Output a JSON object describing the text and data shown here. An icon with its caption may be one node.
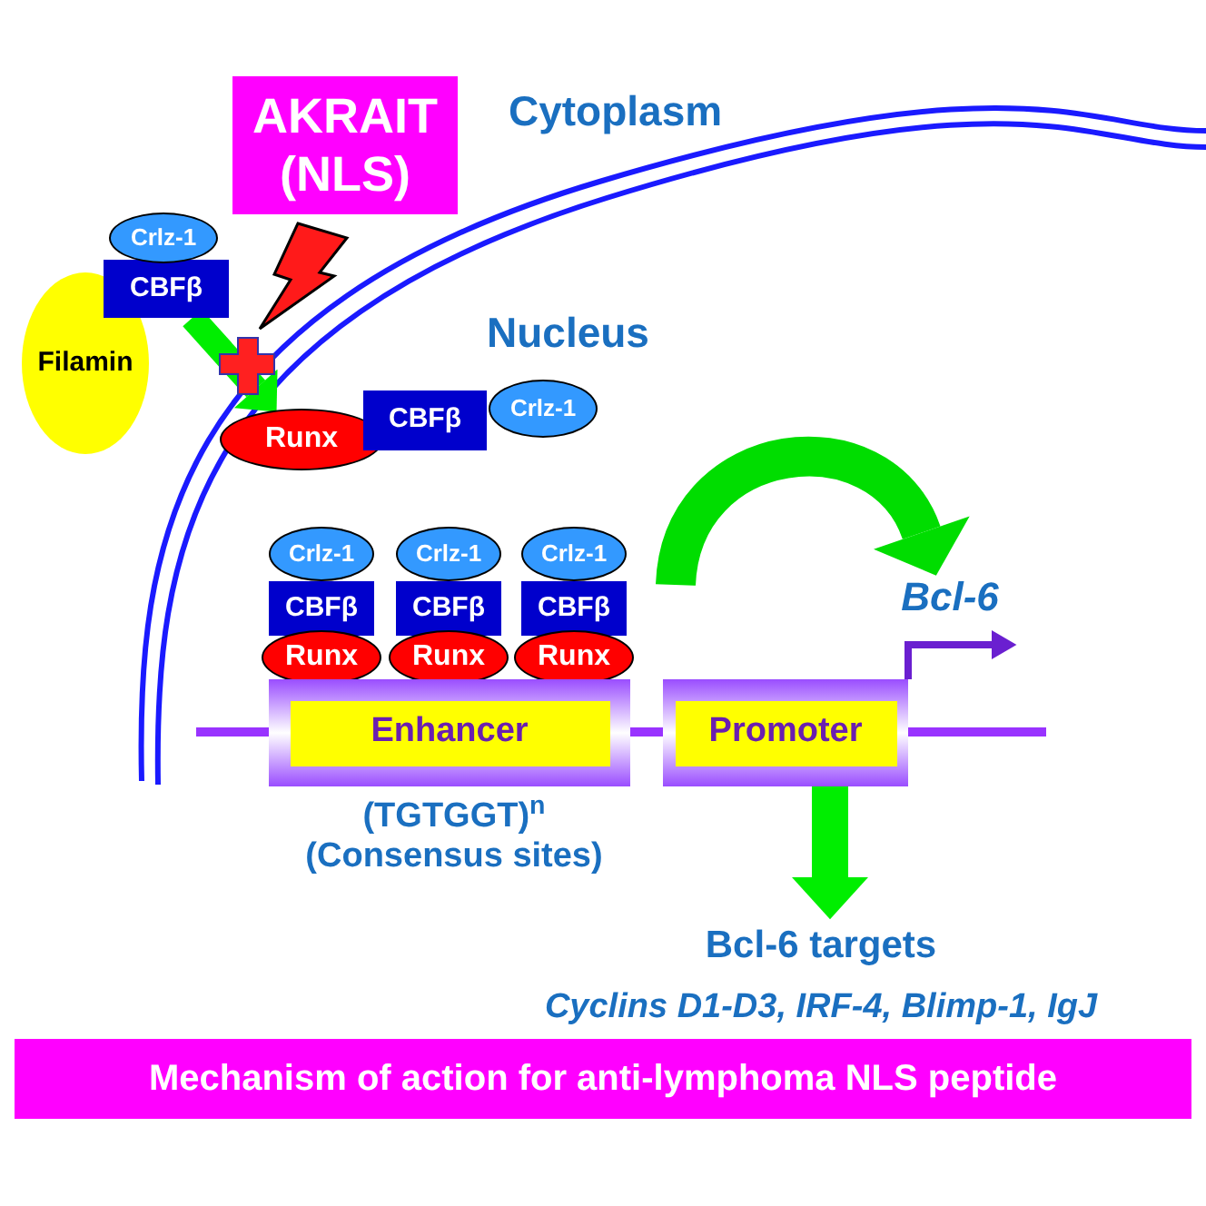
{
  "diagram": {
    "caption": "Mechanism of action for anti-lymphoma NLS peptide",
    "nodes": [
      {
        "text": [
          "AKRAIT (NLS)"
        ]
      },
      {
        "text": [
          "Filamin"
        ]
      },
      {
        "text": [
          "CBFβ"
        ]
      },
      {
        "text": [
          "Crlz-1"
        ]
      },
      {
        "text": [
          "Runx"
        ]
      },
      {
        "text": [
          "CBFβ"
        ]
      },
      {
        "text": [
          "Crlz-1"
        ]
      },
      {
        "text": [
          "Crlz-1"
        ]
      },
      {
        "text": [
          "Crlz-1"
        ]
      },
      {
        "text": [
          "Crlz-1"
        ]
      },
      {
        "text": [
          "CBFβ"
        ]
      },
      {
        "text": [
          "CBFβ"
        ]
      },
      {
        "text": [
          "CBFβ"
        ]
      },
      {
        "text": [
          "Runx"
        ]
      },
      {
        "text": [
          "Runx"
        ]
      },
      {
        "text": [
          "Runx"
        ]
      },
      {
        "text": [
          "Enhancer"
        ],
        "beside": [
          "(TGTGGT)$^{n}$",
          "(Consensus sites)"
        ]
      },
      {
        "text": [
          "Promoter"
        ]
      },
      {
        "text": [
          "Bcl-6"
        ]
      },
      {
        "text": [
          "Bcl-6 targets",
          "Cyclins D1-D3, IRF-4, Blimp-1, IgJ"
        ]
      }
    ],
    "edges": [
      {
        "from": 2,
        "to": 4,
        "arrow": "to",
        "color": "#00ee00"
      },
      {
        "from": null,
        "to": 18,
        "arrow": "to",
        "color": "#00dd00"
      },
      {
        "from": 17,
        "to": 18,
        "arrow": "to",
        "color": "#6a1fd0"
      },
      {
        "from": 17,
        "to": 19,
        "arrow": "to",
        "color": "#00ee00"
      }
    ],
    "labels": [
      "Cytoplasm",
      "Nucleus"
    ]
  }
}
